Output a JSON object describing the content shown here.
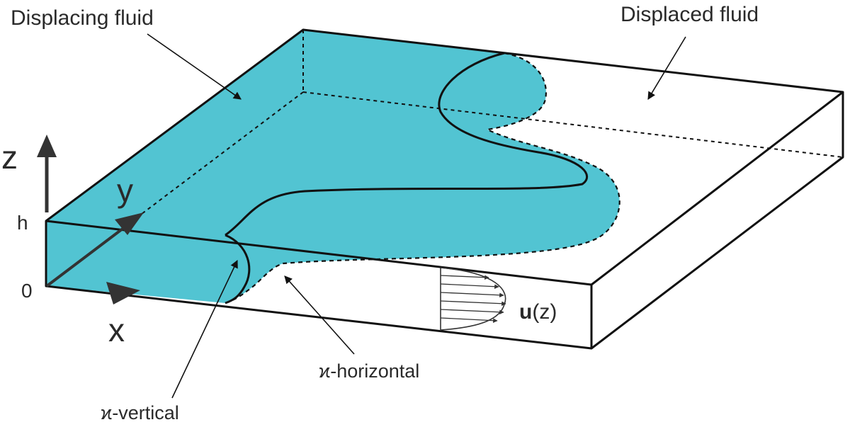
{
  "labels": {
    "displacing_fluid": "Displacing fluid",
    "displaced_fluid": "Displaced fluid",
    "axis_z": "z",
    "axis_y": "y",
    "axis_x": "x",
    "tick_h": "h",
    "tick_0": "0",
    "kappa_horizontal": "ϰ-horizontal",
    "kappa_vertical": "ϰ-vertical",
    "velocity_bold": "u",
    "velocity_arg": "(z)"
  },
  "colors": {
    "displacing_fluid": "#52c4d2",
    "outline": "#111111",
    "text": "#2a2a2a",
    "background": "#ffffff"
  }
}
